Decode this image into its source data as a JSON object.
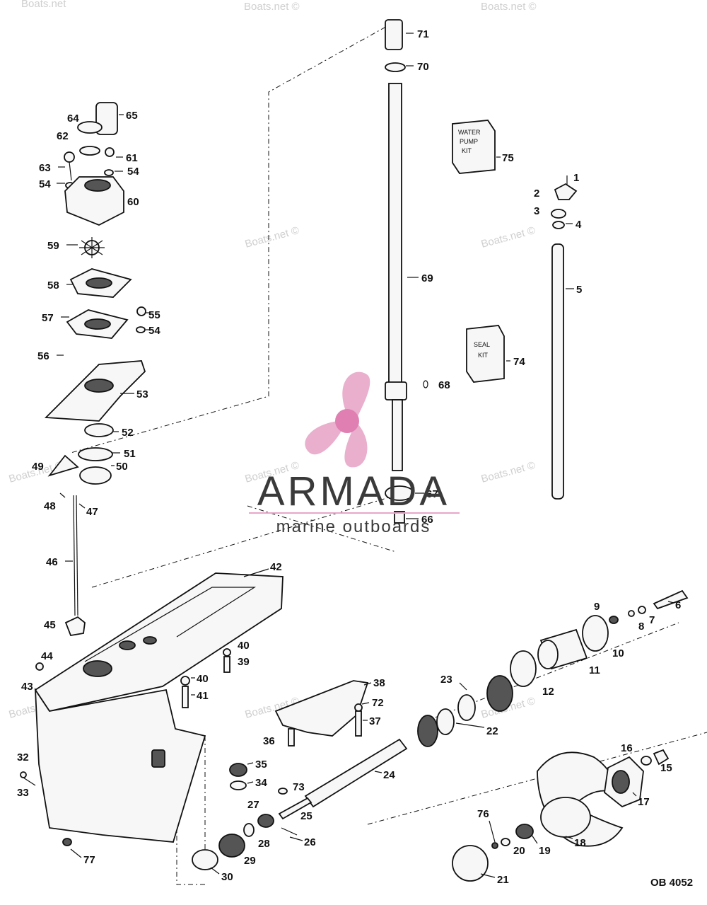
{
  "watermark": "Boats.net ©",
  "watermark_partial": "Boats.net",
  "brand": {
    "name": "ARMADA",
    "tagline": "marine outboards",
    "accent_color": "#e7a6c8",
    "icon": "propeller-logo-icon"
  },
  "drawing_number": "OB 4052",
  "kits": {
    "water_pump": [
      "WATER",
      "PUMP",
      "KIT"
    ],
    "seal": [
      "SEAL",
      "KIT"
    ]
  },
  "part_labels": {
    "1": "1",
    "2": "2",
    "3": "3",
    "4": "4",
    "5": "5",
    "6": "6",
    "7": "7",
    "8": "8",
    "9": "9",
    "10": "10",
    "11": "11",
    "12": "12",
    "15": "15",
    "16": "16",
    "17": "17",
    "18": "18",
    "19": "19",
    "20": "20",
    "21": "21",
    "22": "22",
    "23": "23",
    "24": "24",
    "25": "25",
    "26": "26",
    "27": "27",
    "28": "28",
    "29": "29",
    "30": "30",
    "32": "32",
    "33": "33",
    "34": "34",
    "35": "35",
    "36": "36",
    "37": "37",
    "38": "38",
    "39": "39",
    "40a": "40",
    "40b": "40",
    "41": "41",
    "42": "42",
    "43": "43",
    "44": "44",
    "45": "45",
    "46": "46",
    "47": "47",
    "48": "48",
    "49": "49",
    "50": "50",
    "51": "51",
    "52": "52",
    "53": "53",
    "54a": "54",
    "54b": "54",
    "54c": "54",
    "55": "55",
    "56": "56",
    "57": "57",
    "58": "58",
    "59": "59",
    "60": "60",
    "61": "61",
    "62": "62",
    "63": "63",
    "64": "64",
    "65": "65",
    "66": "66",
    "67": "67",
    "68": "68",
    "69": "69",
    "70": "70",
    "71": "71",
    "72": "72",
    "73": "73",
    "74": "74",
    "75": "75",
    "76": "76",
    "77": "77"
  }
}
